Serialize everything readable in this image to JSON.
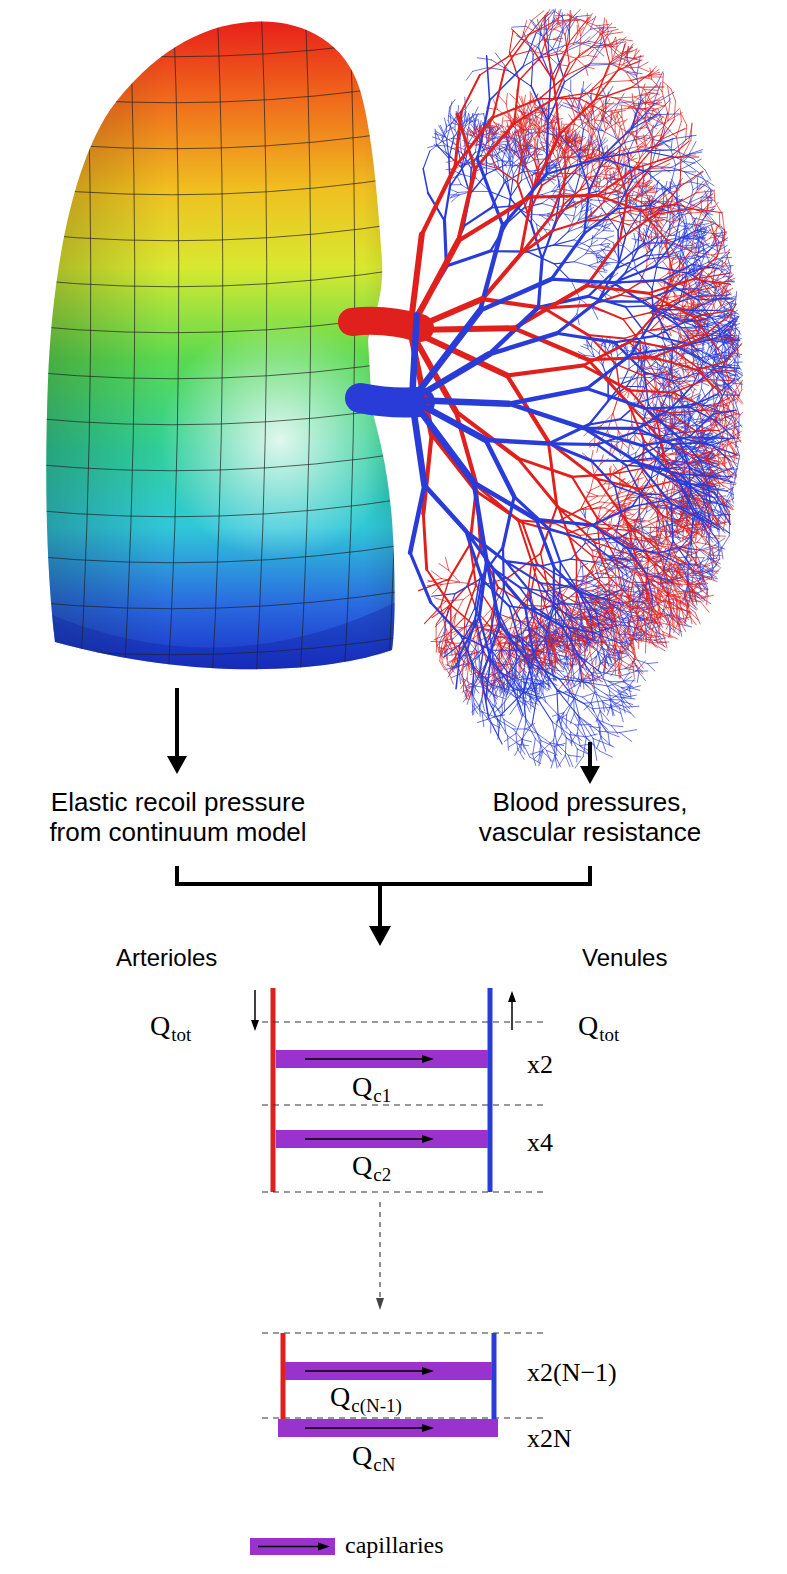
{
  "diagram": {
    "labels": [
      "Elastic recoil pressure from continuum model",
      "Blood pressures, vascular resistance",
      "Arterioles",
      "Venules",
      "Q",
      "tot",
      "Q",
      "tot",
      "Q",
      "c1",
      "x2",
      "Q",
      "c2",
      "x4",
      "Q",
      "c(N-1)",
      "x2(N−1)",
      "Q",
      "cN",
      "x2N"
    ],
    "legend": [
      {
        "text": "capillaries",
        "color": "#9a32cd"
      }
    ]
  }
}
